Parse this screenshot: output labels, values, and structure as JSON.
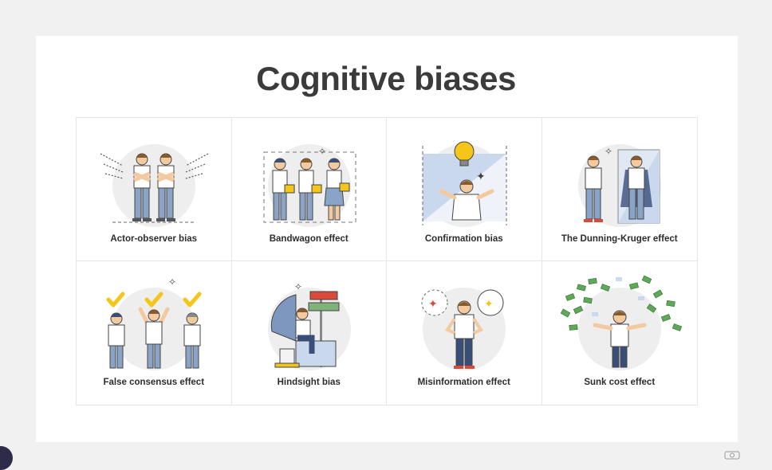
{
  "title": "Cognitive biases",
  "tiles": [
    {
      "label": "Actor-observer bias"
    },
    {
      "label": "Bandwagon effect"
    },
    {
      "label": "Confirmation bias"
    },
    {
      "label": "The Dunning-Kruger effect"
    },
    {
      "label": "False consensus effect"
    },
    {
      "label": "Hindsight bias"
    },
    {
      "label": "Misinformation effect"
    },
    {
      "label": "Sunk cost effect"
    }
  ],
  "colors": {
    "background": "#f1f1f1",
    "card": "#ffffff",
    "title": "#3b3b3b",
    "accent_yellow": "#f5c518",
    "accent_red": "#d94a3b",
    "jeans": "#8aa4c8",
    "halo": "#eeeeee"
  }
}
